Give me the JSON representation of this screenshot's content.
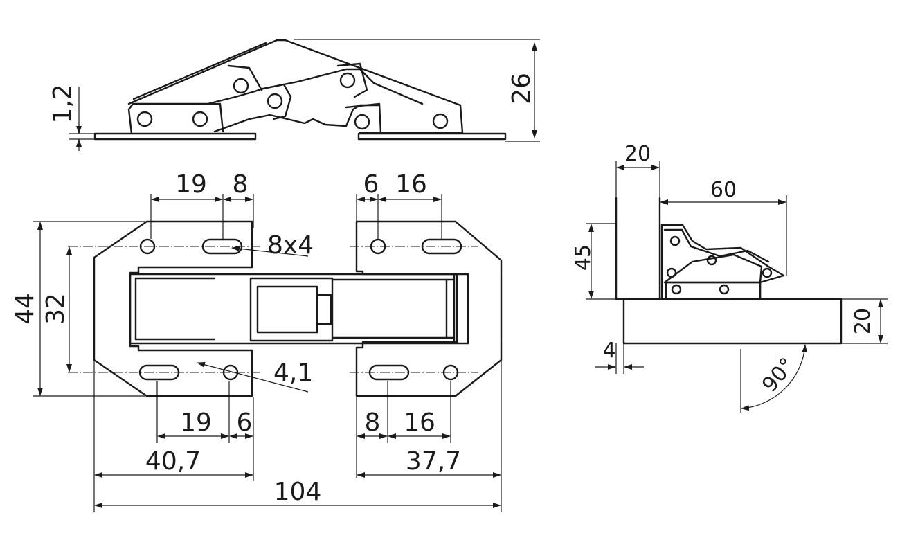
{
  "dimensions": {
    "top_thickness": "1,2",
    "top_height": "26",
    "slot_left_pitch": "19",
    "slot_left_width": "8",
    "slot_right_offset": "6",
    "slot_right_pitch": "16",
    "slot_size": "8x4",
    "overall_height": "44",
    "hole_pitch_vertical": "32",
    "hole_diameter": "4,1",
    "bottom_left_pitch": "19",
    "bottom_left_offset": "6",
    "bottom_right_offset": "8",
    "bottom_right_pitch": "16",
    "left_leaf_width": "40,7",
    "right_leaf_width": "37,7",
    "overall_length": "104",
    "side_offset": "20",
    "side_reach": "60",
    "side_height": "45",
    "side_door_thickness": "20",
    "side_gap": "4",
    "opening_angle": "90°"
  }
}
